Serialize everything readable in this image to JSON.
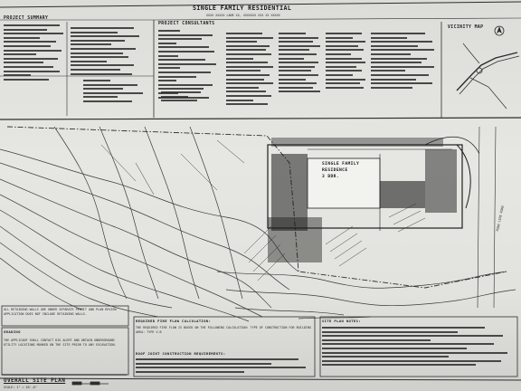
{
  "title_block": {
    "project_title": "SINGLE FAMILY RESIDENTIAL",
    "address_line": "XXXX XXXXX LANE XX, XXXXXXX XXX XX XXXXX"
  },
  "headers": {
    "project_summary": "PROJECT SUMMARY",
    "project_consultants": "PROJECT CONSULTANTS",
    "vicinity_map": "VICINITY MAP"
  },
  "plan_label": {
    "line1": "SINGLE FAMILY",
    "line2": "RESIDENCE",
    "line3": "3 BDR."
  },
  "road_label": "ROAD LINE ROAD",
  "notes": {
    "retaining_walls": "ALL RETAINING WALLS ARE UNDER SEPARATE PERMIT AND PLAN REVIEW APPLICATION DOES NOT INCLUDE RETAINING WALLS.",
    "grading_header": "GRADING",
    "grading_text": "THE APPLICANT SHALL CONTACT DIG ALERT AND OBTAIN UNDERGROUND UTILITY LOCATIONS MARKED ON THE SITE PRIOR TO ANY EXCAVATION.",
    "fire_header": "REQUIRED FIRE FLOW CALCULATION:",
    "fire_text": "THE REQUIRED FIRE FLOW IS BASED ON THE FOLLOWING CALCULATION: TYPE OF CONSTRUCTION FOR BUILDING AREA: TYPE V-B",
    "roof_header": "ROOF JOINT CONSTRUCTION REQUIREMENTS:",
    "site_notes_header": "SITE PLAN NOTES:"
  },
  "sheet_title": "OVERALL SITE PLAN",
  "sheet_scale": "SCALE: 1\" = 20'-0\"",
  "icons": [
    "north-arrow-icon"
  ]
}
